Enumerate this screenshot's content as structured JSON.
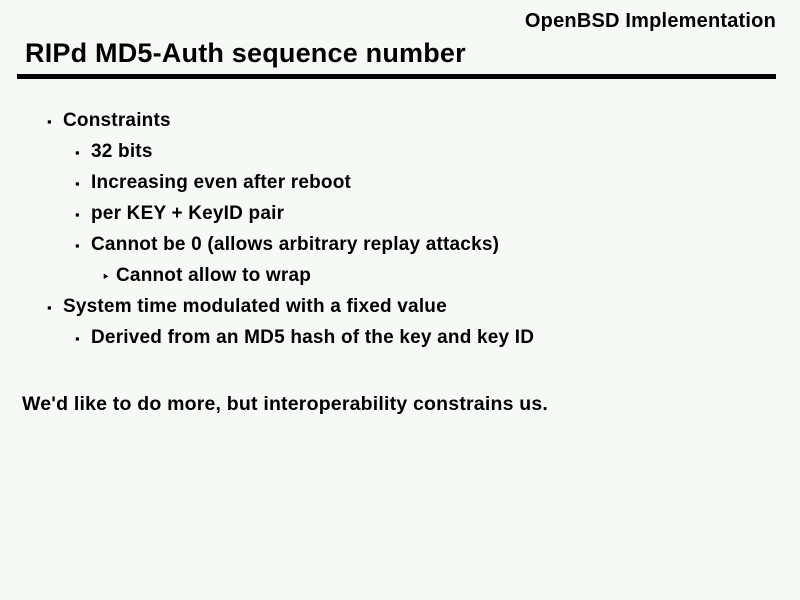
{
  "slide": {
    "background_color": "#f6faf4",
    "text_color": "#000000",
    "corner_label": "OpenBSD Implementation",
    "title": "RIPd MD5-Auth sequence number",
    "bullets": [
      {
        "level": 1,
        "glyph": "▪",
        "text": "Constraints"
      },
      {
        "level": 2,
        "glyph": "▪",
        "text": "32 bits"
      },
      {
        "level": 2,
        "glyph": "▪",
        "text": "Increasing even after reboot"
      },
      {
        "level": 2,
        "glyph": "▪",
        "text": "per KEY + KeyID pair"
      },
      {
        "level": 2,
        "glyph": "▪",
        "text": "Cannot be 0 (allows arbitrary replay attacks)"
      },
      {
        "level": 3,
        "glyph": "‣",
        "text": "Cannot allow to wrap"
      },
      {
        "level": 1,
        "glyph": "▪",
        "text": "System time modulated with a fixed value"
      },
      {
        "level": 2,
        "glyph": "▪",
        "text": "Derived from an MD5 hash of the key and key ID"
      }
    ],
    "closing_note": "We'd like to do more, but interoperability constrains us."
  }
}
